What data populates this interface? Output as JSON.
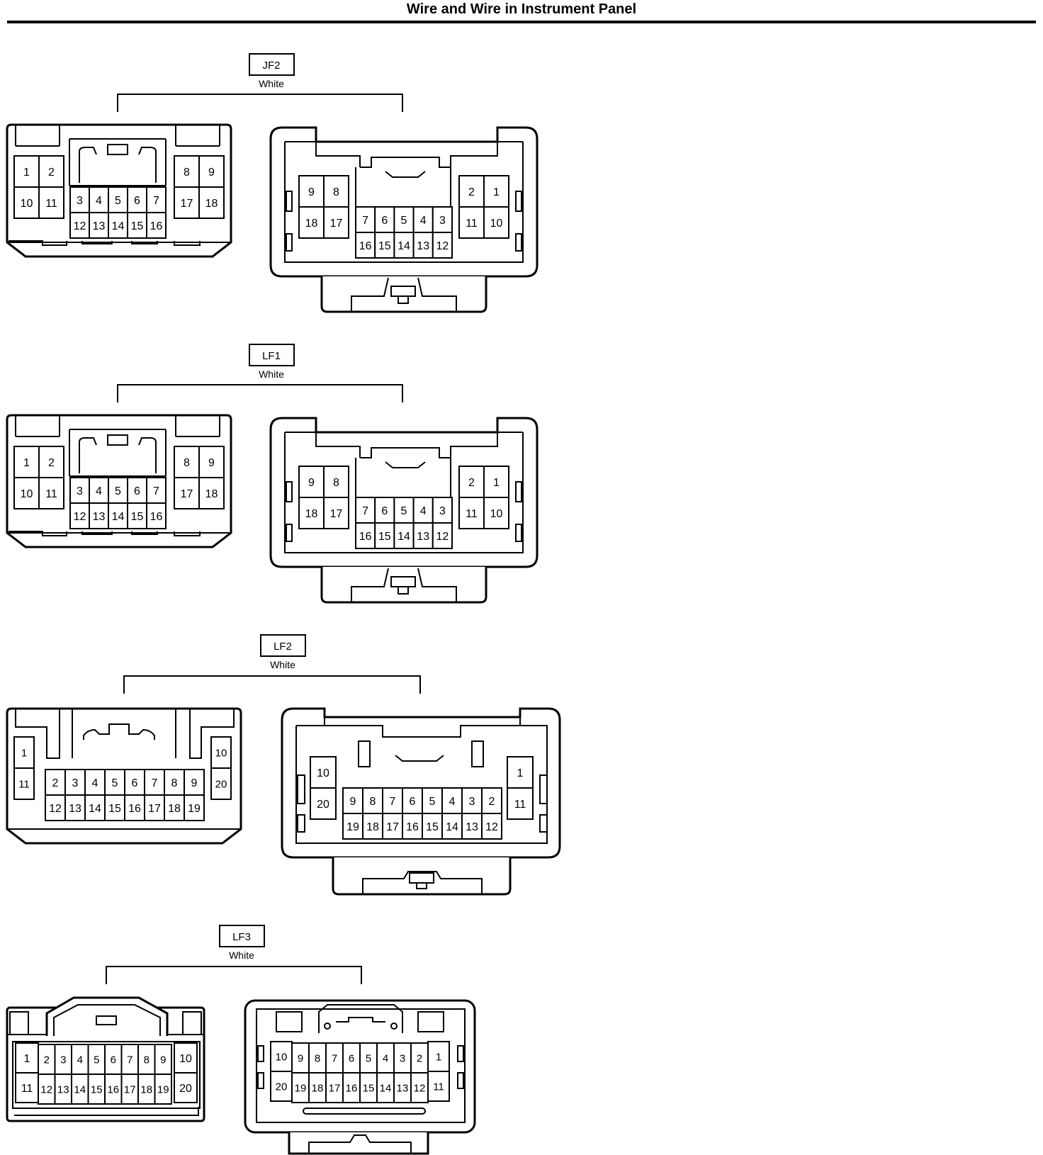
{
  "header": {
    "title": "Wire and Wire in Instrument Panel"
  },
  "connectors": [
    {
      "code": "JF2",
      "color": "White"
    },
    {
      "code": "LF1",
      "color": "White"
    },
    {
      "code": "LF2",
      "color": "White"
    },
    {
      "code": "LF3",
      "color": "White"
    }
  ],
  "pins18": {
    "male": {
      "left": [
        [
          "1",
          "2"
        ],
        [
          "10",
          "11"
        ]
      ],
      "middle": [
        [
          "3",
          "4",
          "5",
          "6",
          "7"
        ],
        [
          "12",
          "13",
          "14",
          "15",
          "16"
        ]
      ],
      "right": [
        [
          "8",
          "9"
        ],
        [
          "17",
          "18"
        ]
      ]
    },
    "female": {
      "left": [
        [
          "9",
          "8"
        ],
        [
          "18",
          "17"
        ]
      ],
      "middle": [
        [
          "7",
          "6",
          "5",
          "4",
          "3"
        ],
        [
          "16",
          "15",
          "14",
          "13",
          "12"
        ]
      ],
      "right": [
        [
          "2",
          "1"
        ],
        [
          "11",
          "10"
        ]
      ]
    }
  },
  "pins20": {
    "male": {
      "left": [
        [
          "1"
        ],
        [
          "11"
        ]
      ],
      "middle": [
        [
          "2",
          "3",
          "4",
          "5",
          "6",
          "7",
          "8",
          "9"
        ],
        [
          "12",
          "13",
          "14",
          "15",
          "16",
          "17",
          "18",
          "19"
        ]
      ],
      "right": [
        [
          "10"
        ],
        [
          "20"
        ]
      ]
    },
    "female": {
      "left": [
        [
          "10"
        ],
        [
          "20"
        ]
      ],
      "middle": [
        [
          "9",
          "8",
          "7",
          "6",
          "5",
          "4",
          "3",
          "2"
        ],
        [
          "19",
          "18",
          "17",
          "16",
          "15",
          "14",
          "13",
          "12"
        ]
      ],
      "right": [
        [
          "1"
        ],
        [
          "11"
        ]
      ]
    }
  }
}
